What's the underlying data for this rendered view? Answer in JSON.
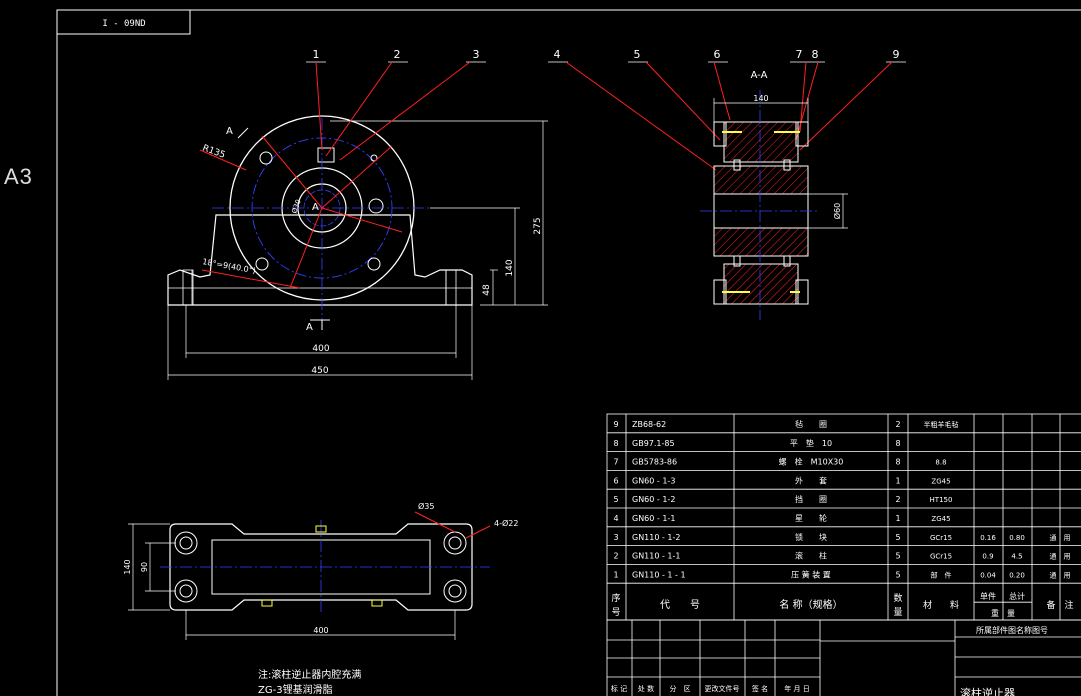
{
  "sheet": {
    "size": "A3",
    "drawing_number": "I - 09ND"
  },
  "section": {
    "label": "A-A",
    "cut_marks": [
      "A",
      "A",
      "A"
    ]
  },
  "balloons": [
    "1",
    "2",
    "3",
    "4",
    "5",
    "6",
    "7",
    "8",
    "9"
  ],
  "dimensions": {
    "front_radius": "R135",
    "front_angle": "18°=9(40.0°)",
    "front_hole": "Ø30",
    "front_height": "275",
    "front_center_height": "140",
    "front_base_height": "48",
    "front_bolt_span": "400",
    "front_total_width": "450",
    "section_width": "140",
    "section_diameter": "Ø60",
    "plan_hole_small": "Ø35",
    "plan_holes": "4-Ø22",
    "plan_width": "140",
    "plan_inner": "90",
    "plan_length": "400"
  },
  "notes": [
    "注:滚柱逆止器内腔充满",
    "ZG-3锂基润滑脂"
  ],
  "bom": {
    "rows": [
      {
        "no": "9",
        "code": "ZB68-62",
        "name": "毡　　圈",
        "qty": "2",
        "material": "半粗羊毛毡",
        "unit_wt": "",
        "total_wt": "",
        "note": ""
      },
      {
        "no": "8",
        "code": "GB97.1-85",
        "name": "平　垫　10",
        "qty": "8",
        "material": "",
        "unit_wt": "",
        "total_wt": "",
        "note": ""
      },
      {
        "no": "7",
        "code": "GB5783-86",
        "name": "螺　栓　M10X30",
        "qty": "8",
        "material": "8.8",
        "unit_wt": "",
        "total_wt": "",
        "note": ""
      },
      {
        "no": "6",
        "code": "GN60 - 1-3",
        "name": "外　　套",
        "qty": "1",
        "material": "ZG45",
        "unit_wt": "",
        "total_wt": "",
        "note": ""
      },
      {
        "no": "5",
        "code": "GN60 - 1-2",
        "name": "挡　　圈",
        "qty": "2",
        "material": "HT150",
        "unit_wt": "",
        "total_wt": "",
        "note": ""
      },
      {
        "no": "4",
        "code": "GN60 - 1-1",
        "name": "星　　轮",
        "qty": "1",
        "material": "ZG45",
        "unit_wt": "",
        "total_wt": "",
        "note": ""
      },
      {
        "no": "3",
        "code": "GN110 - 1-2",
        "name": "锁　　块",
        "qty": "5",
        "material": "GCr15",
        "unit_wt": "0.16",
        "total_wt": "0.80",
        "note": "通　用"
      },
      {
        "no": "2",
        "code": "GN110 - 1-1",
        "name": "滚　　柱",
        "qty": "5",
        "material": "GCr15",
        "unit_wt": "0.9",
        "total_wt": "4.5",
        "note": "通　用"
      },
      {
        "no": "1",
        "code": "GN110 - 1 - 1",
        "name": "压 簧 装 置",
        "qty": "5",
        "material": "部　件",
        "unit_wt": "0.04",
        "total_wt": "0.20",
        "note": "通　用"
      }
    ],
    "header": {
      "no": "序号",
      "code": "代　　号",
      "name": "名 称（规格）",
      "qty": "数量",
      "material": "材　　料",
      "unit": "单件",
      "total": "总计",
      "weight": "重　量",
      "remark": "备　注"
    },
    "extra_right": [
      "通",
      "用"
    ]
  },
  "title_block": {
    "parent_ref": "所属部件图名称图号",
    "sign_labels": [
      "标 记",
      "处 数",
      "分　区",
      "更改文件号",
      "签 名",
      "年 月 日"
    ],
    "title_partial": "滚柱逆止器"
  },
  "colors": {
    "outline": "#ffffff",
    "dimension": "#ffffff",
    "leader": "#ff2020",
    "centerline": "#3340ff",
    "hatch": "#ff2020",
    "bolt": "#ffff40"
  }
}
